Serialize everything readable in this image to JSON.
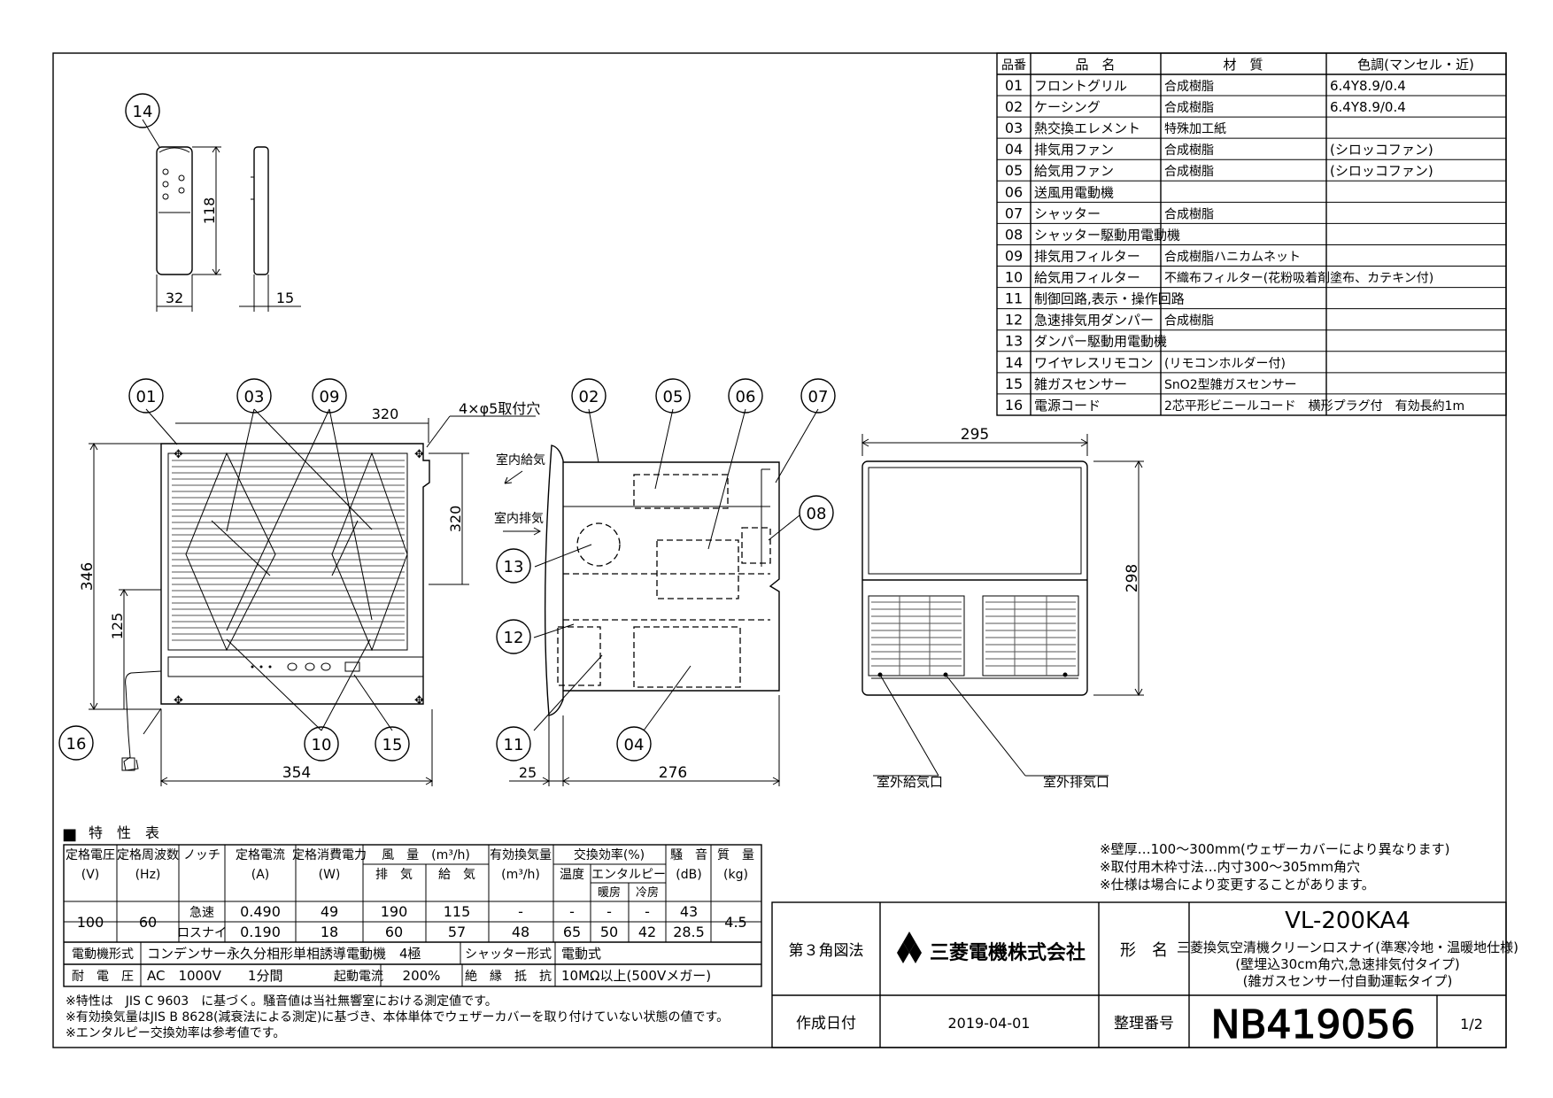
{
  "parts_table": {
    "headers": [
      "品番",
      "品　名",
      "材　質",
      "色調(マンセル・近)"
    ],
    "rows": [
      [
        "01",
        "フロントグリル",
        "合成樹脂",
        "6.4Y8.9/0.4"
      ],
      [
        "02",
        "ケーシング",
        "合成樹脂",
        "6.4Y8.9/0.4"
      ],
      [
        "03",
        "熱交換エレメント",
        "特殊加工紙",
        ""
      ],
      [
        "04",
        "排気用ファン",
        "合成樹脂",
        "(シロッコファン)"
      ],
      [
        "05",
        "給気用ファン",
        "合成樹脂",
        "(シロッコファン)"
      ],
      [
        "06",
        "送風用電動機",
        "",
        ""
      ],
      [
        "07",
        "シャッター",
        "合成樹脂",
        ""
      ],
      [
        "08",
        "シャッター駆動用電動機",
        "",
        ""
      ],
      [
        "09",
        "排気用フィルター",
        "合成樹脂ハニカムネット",
        ""
      ],
      [
        "10",
        "給気用フィルター",
        "不織布フィルター(花粉吸着剤塗布、カテキン付)",
        ""
      ],
      [
        "11",
        "制御回路,表示・操作回路",
        "",
        ""
      ],
      [
        "12",
        "急速排気用ダンパー",
        "合成樹脂",
        ""
      ],
      [
        "13",
        "ダンパー駆動用電動機",
        "",
        ""
      ],
      [
        "14",
        "ワイヤレスリモコン",
        "(リモコンホルダー付)",
        ""
      ],
      [
        "15",
        "雑ガスセンサー",
        "SnO2型雑ガスセンサー",
        ""
      ],
      [
        "16",
        "電源コード",
        "2芯平形ビニールコード　横形プラグ付　有効長約1m",
        ""
      ]
    ]
  },
  "callouts": {
    "c01": "01",
    "c02": "02",
    "c03": "03",
    "c04": "04",
    "c05": "05",
    "c06": "06",
    "c07": "07",
    "c08": "08",
    "c09": "09",
    "c10": "10",
    "c11": "11",
    "c12": "12",
    "c13": "13",
    "c14": "14",
    "c15": "15",
    "c16": "16"
  },
  "dimensions": {
    "remote_height": "118",
    "remote_width": "32",
    "remote_depth": "15",
    "front_width": "354",
    "front_height": "346",
    "front_cord_height": "125",
    "hole_pitch_h": "320",
    "hole_pitch_v": "320",
    "mount_holes": "4×φ5取付穴",
    "side_flange": "25",
    "side_depth": "276",
    "rear_width": "295",
    "rear_height": "298"
  },
  "airflow_labels": {
    "indoor_supply": "室内給気",
    "indoor_exhaust": "室内排気",
    "outdoor_supply": "室外給気口",
    "outdoor_exhaust": "室外排気口"
  },
  "spec_table": {
    "section_marker": "■",
    "section_title": "特　性　表",
    "header_voltage": "定格電圧",
    "header_voltage_unit": "(V)",
    "header_freq": "定格周波数",
    "header_freq_unit": "(Hz)",
    "header_notch": "ノッチ",
    "header_current": "定格電流",
    "header_current_unit": "(A)",
    "header_power": "定格消費電力",
    "header_power_unit": "(W)",
    "header_airflow": "風　量　(m³/h)",
    "header_exhaust": "排　気",
    "header_supply": "給　気",
    "header_effective": "有効換気量",
    "header_effective_unit": "(m³/h)",
    "header_efficiency": "交換効率(%)",
    "header_temp": "温度",
    "header_enthalpy": "エンタルピー",
    "header_heating": "暖房",
    "header_cooling": "冷房",
    "header_noise": "騒　音",
    "header_noise_unit": "(dB)",
    "header_weight": "質　量",
    "header_weight_unit": "(kg)",
    "voltage": "100",
    "frequency": "60",
    "weight": "4.5",
    "rows": [
      {
        "notch": "急速",
        "current": "0.490",
        "power": "49",
        "exhaust": "190",
        "supply": "115",
        "effective": "-",
        "temp": "-",
        "heating": "-",
        "cooling": "-",
        "noise": "43"
      },
      {
        "notch": "ロスナイ",
        "current": "0.190",
        "power": "18",
        "exhaust": "60",
        "supply": "57",
        "effective": "48",
        "temp": "65",
        "heating": "50",
        "cooling": "42",
        "noise": "28.5"
      }
    ],
    "motor_label": "電動機形式",
    "motor_value": "コンデンサー永久分相形単相誘導電動機　4極",
    "shutter_label": "シャッター形式",
    "shutter_value": "電動式",
    "withstand_label": "耐　電　圧",
    "withstand_value": "AC　1000V　　1分間",
    "start_current_label": "起動電流",
    "start_current_value": "200%",
    "insulation_label": "絶　縁　抵　抗",
    "insulation_value": "10MΩ以上(500Vメガー)"
  },
  "notes_left": [
    "※特性は　JIS C 9603　に基づく。騒音値は当社無響室における測定値です。",
    "※有効換気量はJIS B 8628(減衰法による測定)に基づき、本体単体でウェザーカバーを取り付けていない状態の値です。",
    "※エンタルピー交換効率は参考値です。"
  ],
  "notes_right": [
    "※壁厚…100～300mm(ウェザーカバーにより異なります)",
    "※取付用木枠寸法…内寸300～305mm角穴",
    "※仕様は場合により変更することがあります。"
  ],
  "title_block": {
    "projection": "第３角図法",
    "company": "三菱電機株式会社",
    "model_label": "形　名",
    "model": "VL-200KA4",
    "desc": [
      "三菱換気空清機クリーンロスナイ(準寒冷地・温暖地仕様)",
      "(壁埋込30cm角穴,急速排気付タイプ)",
      "(雑ガスセンサー付自動運転タイプ)"
    ],
    "date_label": "作成日付",
    "date": "2019-04-01",
    "number_label": "整理番号",
    "number": "NB419056",
    "page": "1/2"
  }
}
